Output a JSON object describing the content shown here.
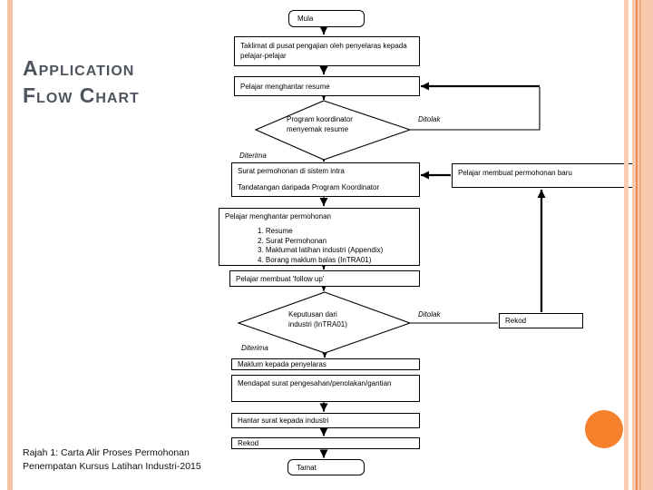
{
  "title": {
    "line1": "Application",
    "line2": "Flow Chart"
  },
  "caption": {
    "line1": "Rajah 1: Carta Alir Proses Permohonan",
    "line2": "Penempatan Kursus Latihan Industri-2015"
  },
  "accent": {
    "stripe_color": "#f6c3a6",
    "circle_color": "#f5812c"
  },
  "flowchart": {
    "start_label": "Mula",
    "taklimat": "Taklimat di pusat pengajian oleh penyelaras kepada pelajar-pelajar",
    "hantar_resume": "Pelajar menghantar resume",
    "semak_resume_line1": "Program koordinator",
    "semak_resume_line2": "menyemak resume",
    "ditolak_label": "Ditolak",
    "diterima_label": "Diterima",
    "surat_line1": "Surat permohonan di sistem intra",
    "surat_line2": "Tandatangan daripada Program Koordinator",
    "permohonan_baru": "Pelajar membuat permohonan baru",
    "hantar_permohonan_heading": "Pelajar menghantar permohonan",
    "hantar_permohonan_items": [
      "1. Resume",
      "2. Surat Permohonan",
      "3. Maklumat latihan industri (Appendix)",
      "4. Borang maklum balas (InTRA01)"
    ],
    "follow_up": "Pelajar membuat 'follow up'",
    "keputusan_line1": "Keputusan dari",
    "keputusan_line2": "industri (InTRA01)",
    "rekod_label": "Rekod",
    "maklum_penyelaras": "Maklum kepada penyelaras",
    "mendapat_surat": "Mendapat surat pengesahan/penolakan/gantian",
    "hantar_surat": "Hantar surat kepada industri",
    "end_label": "Tamat"
  }
}
